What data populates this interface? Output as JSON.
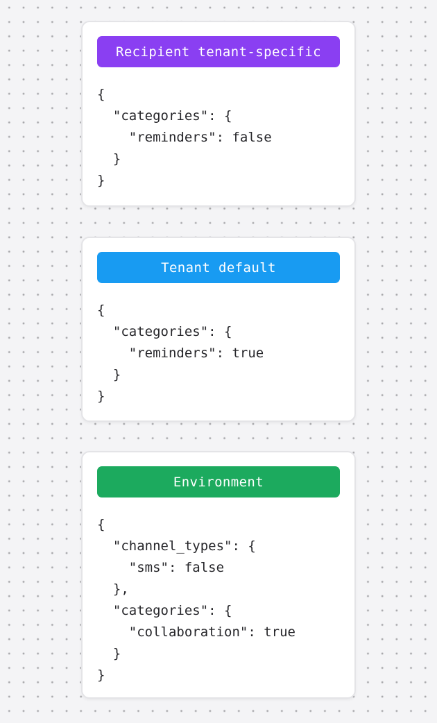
{
  "page": {
    "background_color": "#f4f4f6",
    "dot_color": "#a7a7aa"
  },
  "cards": [
    {
      "name": "recipient-tenant-specific",
      "badge": {
        "label": "Recipient tenant-specific",
        "color": "#8a3ff2",
        "text_color": "#ffffff"
      },
      "code": "{\n  \"categories\": {\n    \"reminders\": false\n  }\n}"
    },
    {
      "name": "tenant-default",
      "badge": {
        "label": "Tenant default",
        "color": "#189bf2",
        "text_color": "#ffffff"
      },
      "code": "{\n  \"categories\": {\n    \"reminders\": true\n  }\n}"
    },
    {
      "name": "environment",
      "badge": {
        "label": "Environment",
        "color": "#1caa5e",
        "text_color": "#ffffff"
      },
      "code": "{\n  \"channel_types\": {\n    \"sms\": false\n  },\n  \"categories\": {\n    \"collaboration\": true\n  }\n}"
    }
  ]
}
